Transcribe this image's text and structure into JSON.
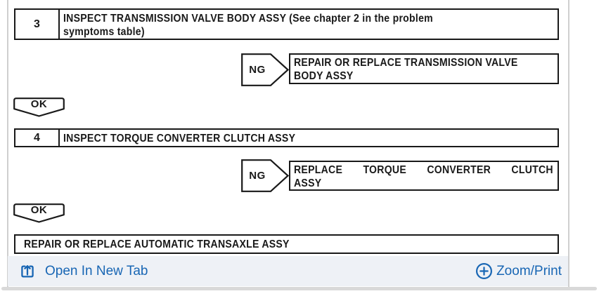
{
  "colors": {
    "link_blue": "#1866b4",
    "diagram_line": "#191919",
    "footer_bg": "#eef1f6"
  },
  "flowchart": {
    "steps": [
      {
        "number": "3",
        "title_lines": [
          "INSPECT TRANSMISSION VALVE BODY ASSY (See chapter 2 in the problem",
          "symptoms table)"
        ],
        "ng_label": "NG",
        "result_lines": [
          "REPAIR OR REPLACE TRANSMISSION VALVE",
          "BODY ASSY"
        ],
        "ok_label": "OK"
      },
      {
        "number": "4",
        "title_lines": [
          "INSPECT TORQUE CONVERTER CLUTCH ASSY"
        ],
        "ng_label": "NG",
        "result_lines": [
          "REPLACE TORQUE CONVERTER CLUTCH",
          "ASSY"
        ],
        "ok_label": "OK"
      }
    ],
    "final_action": "REPAIR OR REPLACE AUTOMATIC TRANSAXLE ASSY"
  },
  "footer": {
    "open_link_label": "Open In New Tab",
    "zoom_link_label": "Zoom/Print"
  }
}
